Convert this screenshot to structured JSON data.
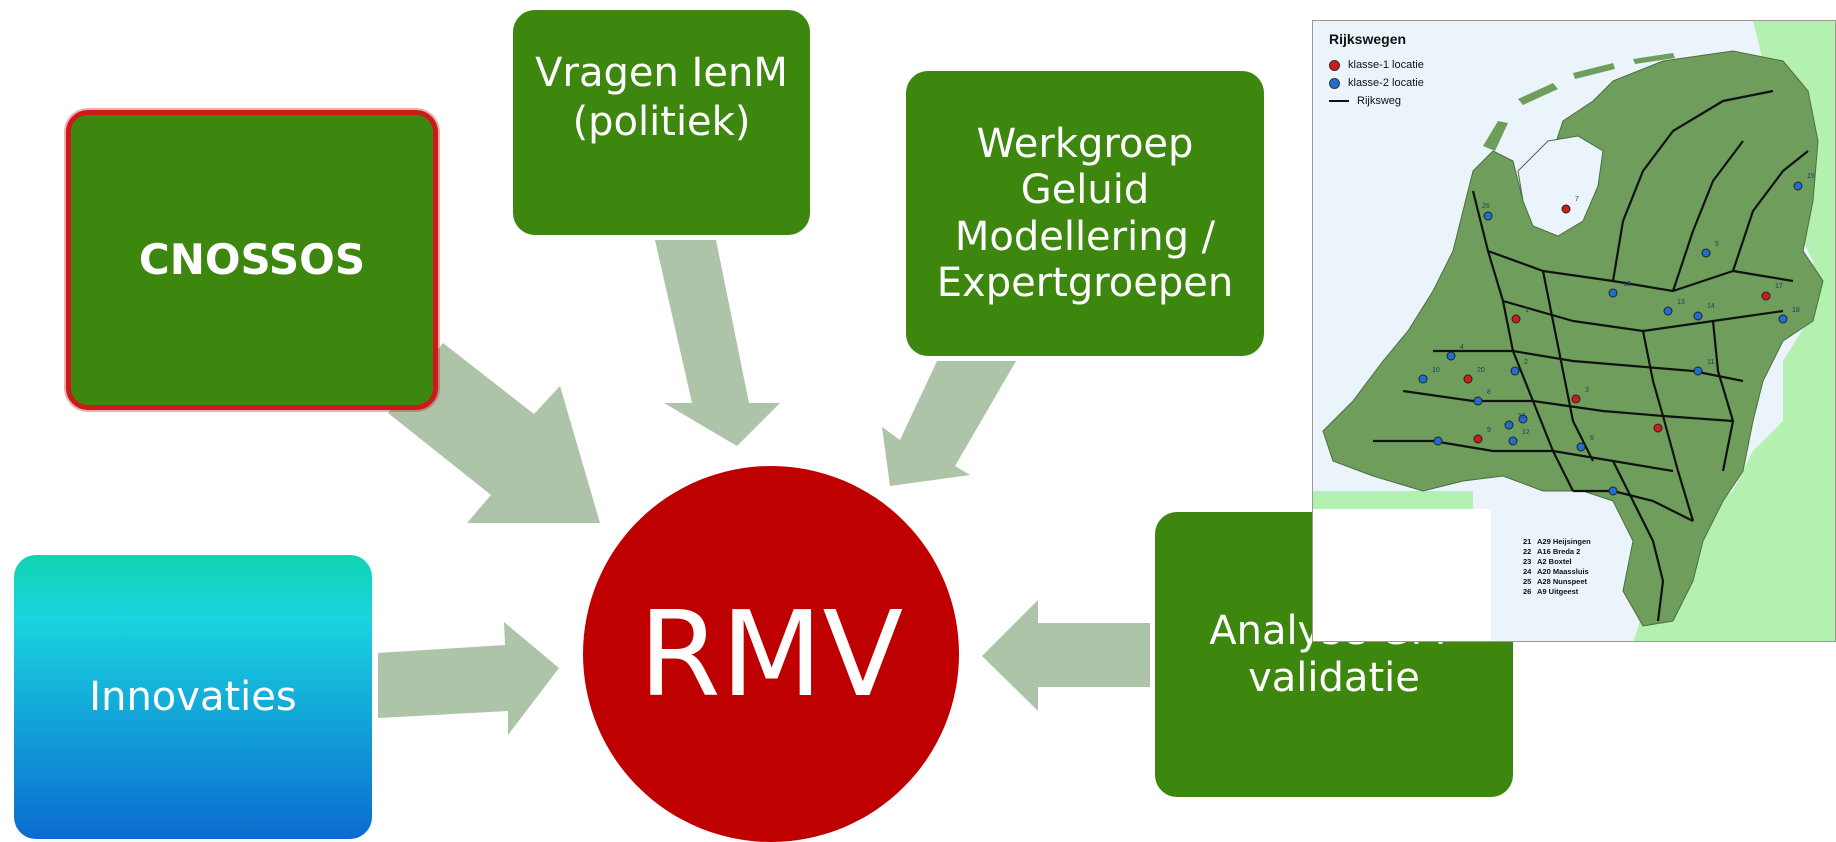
{
  "center": {
    "label": "RMV"
  },
  "nodes": {
    "cnossos": {
      "label": "CNOSSOS"
    },
    "vragen": {
      "label": "Vragen IenM\n(politiek)"
    },
    "werkgroep": {
      "label": "Werkgroep\nGeluid\nModellering /\nExpertgroepen"
    },
    "innovaties": {
      "label": "Innovaties"
    },
    "analyse": {
      "label": "Analyse GPP\nvalidatie"
    }
  },
  "map": {
    "title": "Rijkswegen",
    "legend": [
      {
        "label": "klasse-1 locatie",
        "color": "#d11a1a"
      },
      {
        "label": "klasse-2 locatie",
        "color": "#1f6fd1"
      },
      {
        "label": "Rijksweg"
      }
    ],
    "routes": [
      {
        "num": "21",
        "name": "A29 Heijsingen"
      },
      {
        "num": "22",
        "name": "A16 Breda 2"
      },
      {
        "num": "23",
        "name": "A2 Boxtel"
      },
      {
        "num": "24",
        "name": "A20 Maassluis"
      },
      {
        "num": "25",
        "name": "A28 Nunspeet"
      },
      {
        "num": "26",
        "name": "A9 Uitgeest"
      }
    ],
    "location_numbers": [
      "26",
      "7",
      "5",
      "15",
      "19",
      "14",
      "1",
      "13",
      "17",
      "18",
      "4",
      "20",
      "2",
      "3",
      "11",
      "8",
      "10",
      "16",
      "9",
      "12",
      "6"
    ]
  },
  "colors": {
    "green": "#3e870f",
    "red": "#be0000",
    "arrow": "#adc4a9",
    "innovaties_top": "#0fd4b0",
    "innovaties_bottom": "#0a6ccf"
  }
}
